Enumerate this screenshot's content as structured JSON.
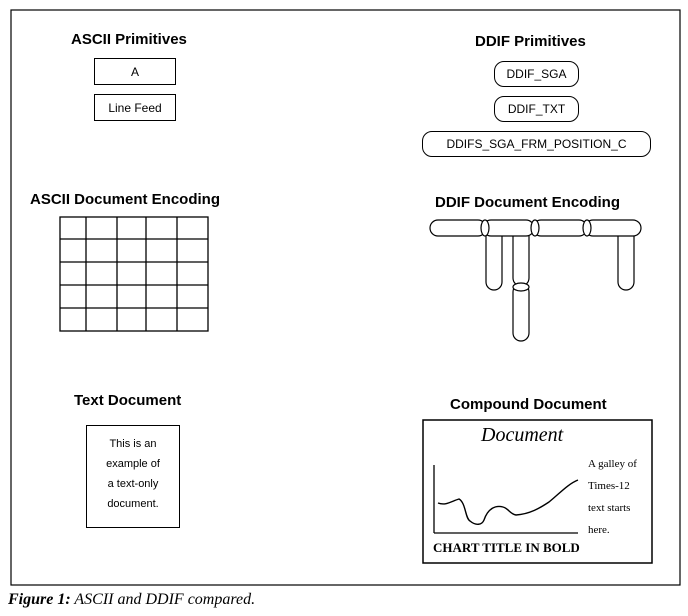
{
  "ascii_primitives": {
    "title": "ASCII Primitives",
    "items": [
      "A",
      "Line Feed"
    ]
  },
  "ddif_primitives": {
    "title": "DDIF Primitives",
    "items": [
      "DDIF_SGA",
      "DDIF_TXT",
      "DDIFS_SGA_FRM_POSITION_C"
    ]
  },
  "ascii_encoding": {
    "title": "ASCII Document Encoding"
  },
  "ddif_encoding": {
    "title": "DDIF Document Encoding"
  },
  "text_document": {
    "title": "Text Document",
    "lines": [
      "This is an",
      "example of",
      "a text-only",
      "document."
    ]
  },
  "compound_document": {
    "title": "Compound Document",
    "doc_heading": "Document",
    "galley_lines": [
      "A galley of",
      "Times-12",
      "text starts",
      "here."
    ],
    "chart_title": "CHART TITLE IN BOLD"
  },
  "caption": {
    "label": "Figure 1:",
    "text": "ASCII and DDIF compared."
  }
}
